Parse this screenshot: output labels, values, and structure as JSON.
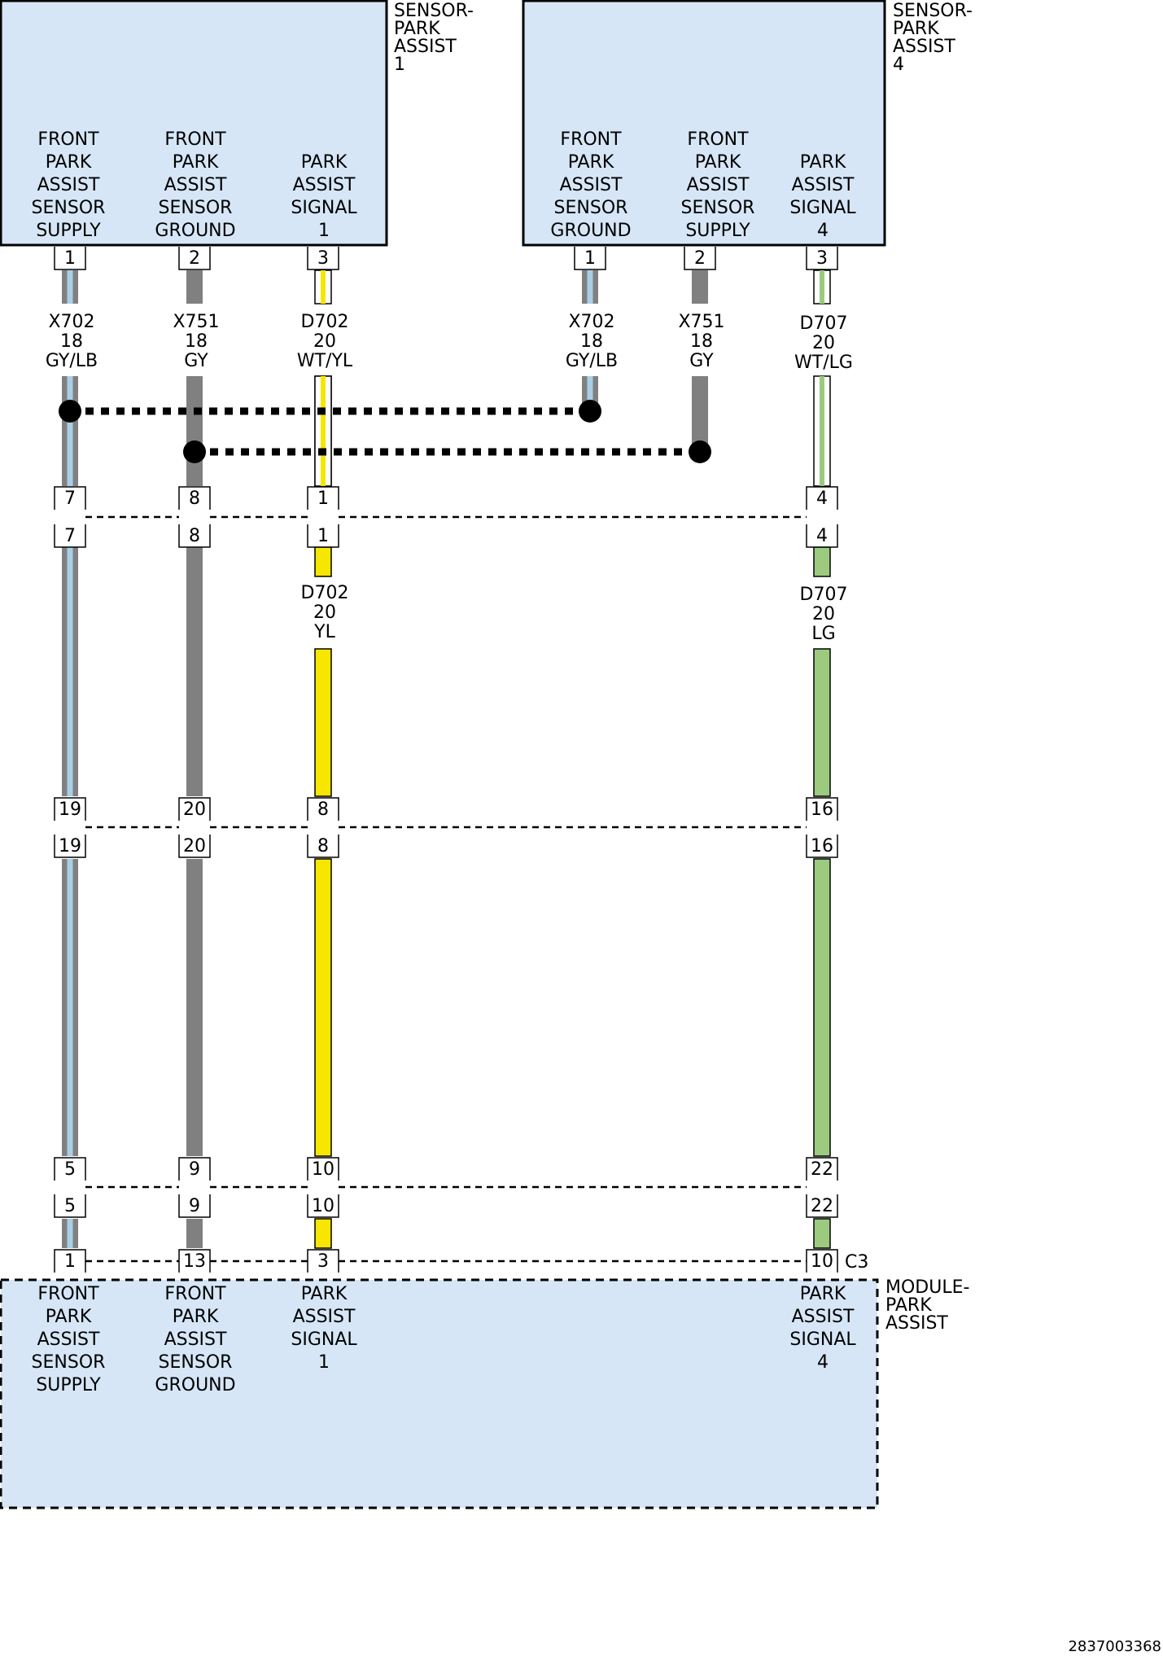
{
  "colors": {
    "component_fill": "#d6e6f6",
    "gray_wire": "#808080",
    "light_blue_stripe": "#a9cfe6",
    "yellow_wire": "#f7e600",
    "light_green_wire": "#9ccb80",
    "white_wire": "#ffffff"
  },
  "components": [
    {
      "name": "sensor-park-assist-1",
      "label": [
        "SENSOR-",
        "PARK",
        "ASSIST",
        "1"
      ],
      "pin_labels": [
        [
          "FRONT",
          "PARK",
          "ASSIST",
          "SENSOR",
          "SUPPLY"
        ],
        [
          "FRONT",
          "PARK",
          "ASSIST",
          "SENSOR",
          "GROUND"
        ],
        [
          "PARK",
          "ASSIST",
          "SIGNAL",
          "1"
        ]
      ]
    },
    {
      "name": "sensor-park-assist-4",
      "label": [
        "SENSOR-",
        "PARK",
        "ASSIST",
        "4"
      ],
      "pin_labels": [
        [
          "FRONT",
          "PARK",
          "ASSIST",
          "SENSOR",
          "GROUND"
        ],
        [
          "FRONT",
          "PARK",
          "ASSIST",
          "SENSOR",
          "SUPPLY"
        ],
        [
          "PARK",
          "ASSIST",
          "SIGNAL",
          "4"
        ]
      ]
    },
    {
      "name": "module-park-assist",
      "label": [
        "MODULE-",
        "PARK",
        "ASSIST"
      ],
      "pin_labels": [
        [
          "FRONT",
          "PARK",
          "ASSIST",
          "SENSOR",
          "SUPPLY"
        ],
        [
          "FRONT",
          "PARK",
          "ASSIST",
          "SENSOR",
          "GROUND"
        ],
        [
          "PARK",
          "ASSIST",
          "SIGNAL",
          "1"
        ],
        [
          "PARK",
          "ASSIST",
          "SIGNAL",
          "4"
        ]
      ]
    }
  ],
  "wires": [
    {
      "name": "wire-x702-sensor1",
      "circuit": [
        "X702",
        "18",
        "GY/LB"
      ],
      "color": "gray-lightblue",
      "pins": [
        "1",
        "7",
        "7",
        "19",
        "19",
        "5",
        "5",
        "1"
      ]
    },
    {
      "name": "wire-x751-sensor1",
      "circuit": [
        "X751",
        "18",
        "GY"
      ],
      "color": "gray",
      "pins": [
        "2",
        "8",
        "8",
        "20",
        "20",
        "9",
        "9",
        "13"
      ]
    },
    {
      "name": "wire-d702",
      "circuit": [
        "D702",
        "20",
        "WT/YL"
      ],
      "circuit_lower": [
        "D702",
        "20",
        "YL"
      ],
      "color": "yellow",
      "pins": [
        "3",
        "1",
        "1",
        "8",
        "8",
        "10",
        "10",
        "3"
      ]
    },
    {
      "name": "wire-x702-sensor4",
      "circuit": [
        "X702",
        "18",
        "GY/LB"
      ],
      "color": "gray-lightblue",
      "pins": [
        "1"
      ]
    },
    {
      "name": "wire-x751-sensor4",
      "circuit": [
        "X751",
        "18",
        "GY"
      ],
      "color": "gray",
      "pins": [
        "2"
      ]
    },
    {
      "name": "wire-d707",
      "circuit": [
        "D707",
        "20",
        "WT/LG"
      ],
      "circuit_lower": [
        "D707",
        "20",
        "LG"
      ],
      "color": "light-green",
      "pins": [
        "3",
        "4",
        "4",
        "16",
        "16",
        "22",
        "22",
        "10"
      ]
    }
  ],
  "connector_ref": "C3",
  "figure_id": "2837003368"
}
